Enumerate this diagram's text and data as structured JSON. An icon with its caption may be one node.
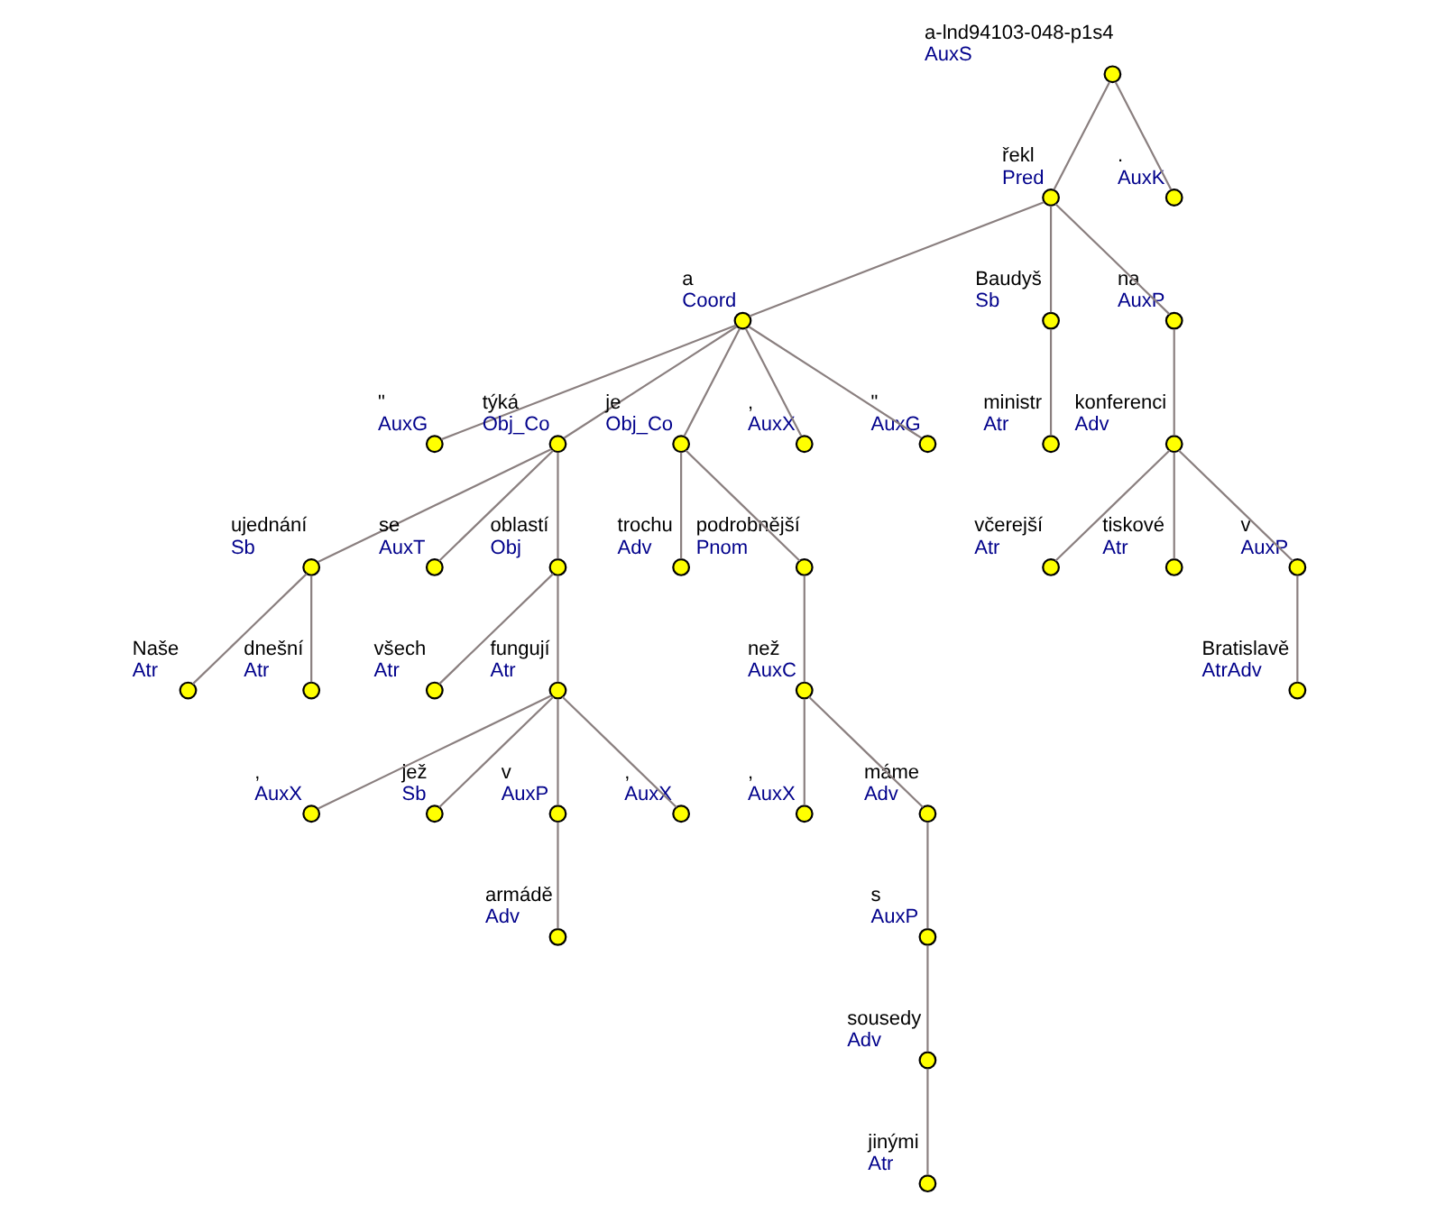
{
  "diagram": {
    "nodes": [
      {
        "text": [],
        "shape": "circle",
        "beside": [
          "a-lnd94103-048-p1s4",
          "AuxS"
        ]
      },
      {
        "text": [],
        "shape": "circle",
        "beside": [
          "řekl",
          "Pred"
        ]
      },
      {
        "text": [],
        "shape": "circle",
        "beside": [
          ".",
          "AuxK"
        ]
      },
      {
        "text": [],
        "shape": "circle",
        "beside": [
          "a",
          "Coord"
        ]
      },
      {
        "text": [],
        "shape": "circle",
        "beside": [
          "Baudyš",
          "Sb"
        ]
      },
      {
        "text": [],
        "shape": "circle",
        "beside": [
          "na",
          "AuxP"
        ]
      },
      {
        "text": [],
        "shape": "circle",
        "beside": [
          "\"",
          "AuxG"
        ]
      },
      {
        "text": [],
        "shape": "circle",
        "beside": [
          "týká",
          "Obj_Co"
        ]
      },
      {
        "text": [],
        "shape": "circle",
        "beside": [
          "je",
          "Obj_Co"
        ]
      },
      {
        "text": [],
        "shape": "circle",
        "beside": [
          ",",
          "AuxX"
        ]
      },
      {
        "text": [],
        "shape": "circle",
        "beside": [
          "\"",
          "AuxG"
        ]
      },
      {
        "text": [],
        "shape": "circle",
        "beside": [
          "ministr",
          "Atr"
        ]
      },
      {
        "text": [],
        "shape": "circle",
        "beside": [
          "konferenci",
          "Adv"
        ]
      },
      {
        "text": [],
        "shape": "circle",
        "beside": [
          "ujednání",
          "Sb"
        ]
      },
      {
        "text": [],
        "shape": "circle",
        "beside": [
          "se",
          "AuxT"
        ]
      },
      {
        "text": [],
        "shape": "circle",
        "beside": [
          "oblastí",
          "Obj"
        ]
      },
      {
        "text": [],
        "shape": "circle",
        "beside": [
          "trochu",
          "Adv"
        ]
      },
      {
        "text": [],
        "shape": "circle",
        "beside": [
          "podrobnější",
          "Pnom"
        ]
      },
      {
        "text": [],
        "shape": "circle",
        "beside": [
          "včerejší",
          "Atr"
        ]
      },
      {
        "text": [],
        "shape": "circle",
        "beside": [
          "tiskové",
          "Atr"
        ]
      },
      {
        "text": [],
        "shape": "circle",
        "beside": [
          "v",
          "AuxP"
        ]
      },
      {
        "text": [],
        "shape": "circle",
        "beside": [
          "Naše",
          "Atr"
        ]
      },
      {
        "text": [],
        "shape": "circle",
        "beside": [
          "dnešní",
          "Atr"
        ]
      },
      {
        "text": [],
        "shape": "circle",
        "beside": [
          "všech",
          "Atr"
        ]
      },
      {
        "text": [],
        "shape": "circle",
        "beside": [
          "fungují",
          "Atr"
        ]
      },
      {
        "text": [],
        "shape": "circle",
        "beside": [
          "než",
          "AuxC"
        ]
      },
      {
        "text": [],
        "shape": "circle",
        "beside": [
          "Bratislavě",
          "AtrAdv"
        ]
      },
      {
        "text": [],
        "shape": "circle",
        "beside": [
          ",",
          "AuxX"
        ]
      },
      {
        "text": [],
        "shape": "circle",
        "beside": [
          "jež",
          "Sb"
        ]
      },
      {
        "text": [],
        "shape": "circle",
        "beside": [
          "v",
          "AuxP"
        ]
      },
      {
        "text": [],
        "shape": "circle",
        "beside": [
          ",",
          "AuxX"
        ]
      },
      {
        "text": [],
        "shape": "circle",
        "beside": [
          ",",
          "AuxX"
        ]
      },
      {
        "text": [],
        "shape": "circle",
        "beside": [
          "máme",
          "Adv"
        ]
      },
      {
        "text": [],
        "shape": "circle",
        "beside": [
          "armádě",
          "Adv"
        ]
      },
      {
        "text": [],
        "shape": "circle",
        "beside": [
          "s",
          "AuxP"
        ]
      },
      {
        "text": [],
        "shape": "circle",
        "beside": [
          "sousedy",
          "Adv"
        ]
      },
      {
        "text": [],
        "shape": "circle",
        "beside": [
          "jinými",
          "Atr"
        ]
      }
    ],
    "edges": [
      {
        "from": 0,
        "to": 1,
        "arrow": "none"
      },
      {
        "from": 0,
        "to": 2,
        "arrow": "none"
      },
      {
        "from": 1,
        "to": 3,
        "arrow": "none"
      },
      {
        "from": 1,
        "to": 4,
        "arrow": "none"
      },
      {
        "from": 1,
        "to": 5,
        "arrow": "none"
      },
      {
        "from": 3,
        "to": 6,
        "arrow": "none"
      },
      {
        "from": 3,
        "to": 7,
        "arrow": "none"
      },
      {
        "from": 3,
        "to": 8,
        "arrow": "none"
      },
      {
        "from": 3,
        "to": 9,
        "arrow": "none"
      },
      {
        "from": 3,
        "to": 10,
        "arrow": "none"
      },
      {
        "from": 4,
        "to": 11,
        "arrow": "none"
      },
      {
        "from": 5,
        "to": 12,
        "arrow": "none"
      },
      {
        "from": 7,
        "to": 13,
        "arrow": "none"
      },
      {
        "from": 7,
        "to": 14,
        "arrow": "none"
      },
      {
        "from": 7,
        "to": 15,
        "arrow": "none"
      },
      {
        "from": 8,
        "to": 16,
        "arrow": "none"
      },
      {
        "from": 8,
        "to": 17,
        "arrow": "none"
      },
      {
        "from": 12,
        "to": 18,
        "arrow": "none"
      },
      {
        "from": 12,
        "to": 19,
        "arrow": "none"
      },
      {
        "from": 12,
        "to": 20,
        "arrow": "none"
      },
      {
        "from": 13,
        "to": 21,
        "arrow": "none"
      },
      {
        "from": 13,
        "to": 22,
        "arrow": "none"
      },
      {
        "from": 15,
        "to": 23,
        "arrow": "none"
      },
      {
        "from": 15,
        "to": 24,
        "arrow": "none"
      },
      {
        "from": 17,
        "to": 25,
        "arrow": "none"
      },
      {
        "from": 20,
        "to": 26,
        "arrow": "none"
      },
      {
        "from": 24,
        "to": 27,
        "arrow": "none"
      },
      {
        "from": 24,
        "to": 28,
        "arrow": "none"
      },
      {
        "from": 24,
        "to": 29,
        "arrow": "none"
      },
      {
        "from": 24,
        "to": 30,
        "arrow": "none"
      },
      {
        "from": 25,
        "to": 31,
        "arrow": "none"
      },
      {
        "from": 25,
        "to": 32,
        "arrow": "none"
      },
      {
        "from": 29,
        "to": 33,
        "arrow": "none"
      },
      {
        "from": 32,
        "to": 34,
        "arrow": "none"
      },
      {
        "from": 34,
        "to": 35,
        "arrow": "none"
      },
      {
        "from": 35,
        "to": 36,
        "arrow": "none"
      }
    ]
  }
}
